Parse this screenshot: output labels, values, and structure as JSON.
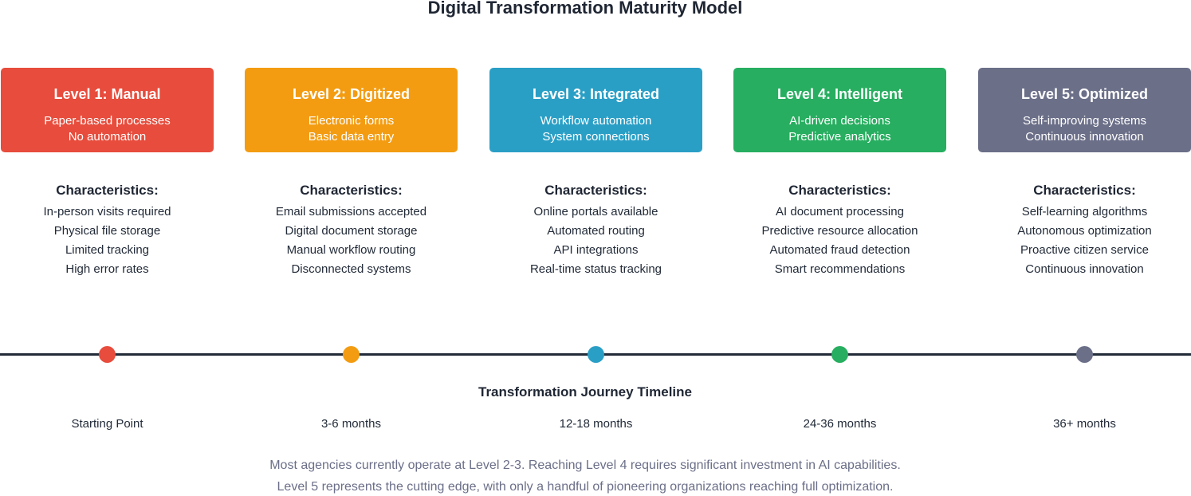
{
  "title": "Digital Transformation Maturity Model",
  "levels": [
    {
      "title": "Level 1: Manual",
      "desc": [
        "Paper-based processes",
        "No automation"
      ],
      "color": "#e74c3c",
      "characteristics_label": "Characteristics:",
      "characteristics": [
        "In-person visits required",
        "Physical file storage",
        "Limited tracking",
        "High error rates"
      ],
      "timeline": "Starting Point"
    },
    {
      "title": "Level 2: Digitized",
      "desc": [
        "Electronic forms",
        "Basic data entry"
      ],
      "color": "#f39c12",
      "characteristics_label": "Characteristics:",
      "characteristics": [
        "Email submissions accepted",
        "Digital document storage",
        "Manual workflow routing",
        "Disconnected systems"
      ],
      "timeline": "3-6 months"
    },
    {
      "title": "Level 3: Integrated",
      "desc": [
        "Workflow automation",
        "System connections"
      ],
      "color": "#2a9fc6",
      "characteristics_label": "Characteristics:",
      "characteristics": [
        "Online portals available",
        "Automated routing",
        "API integrations",
        "Real-time status tracking"
      ],
      "timeline": "12-18 months"
    },
    {
      "title": "Level 4: Intelligent",
      "desc": [
        "AI-driven decisions",
        "Predictive analytics"
      ],
      "color": "#27ae60",
      "characteristics_label": "Characteristics:",
      "characteristics": [
        "AI document processing",
        "Predictive resource allocation",
        "Automated fraud detection",
        "Smart recommendations"
      ],
      "timeline": "24-36 months"
    },
    {
      "title": "Level 5: Optimized",
      "desc": [
        "Self-improving systems",
        "Continuous innovation"
      ],
      "color": "#6b6f88",
      "characteristics_label": "Characteristics:",
      "characteristics": [
        "Self-learning algorithms",
        "Autonomous optimization",
        "Proactive citizen service",
        "Continuous innovation"
      ],
      "timeline": "36+ months"
    }
  ],
  "timeline_title": "Transformation Journey Timeline",
  "footer": [
    "Most agencies currently operate at Level 2-3. Reaching Level 4 requires significant investment in AI capabilities.",
    "Level 5 represents the cutting edge, with only a handful of pioneering organizations reaching full optimization."
  ]
}
